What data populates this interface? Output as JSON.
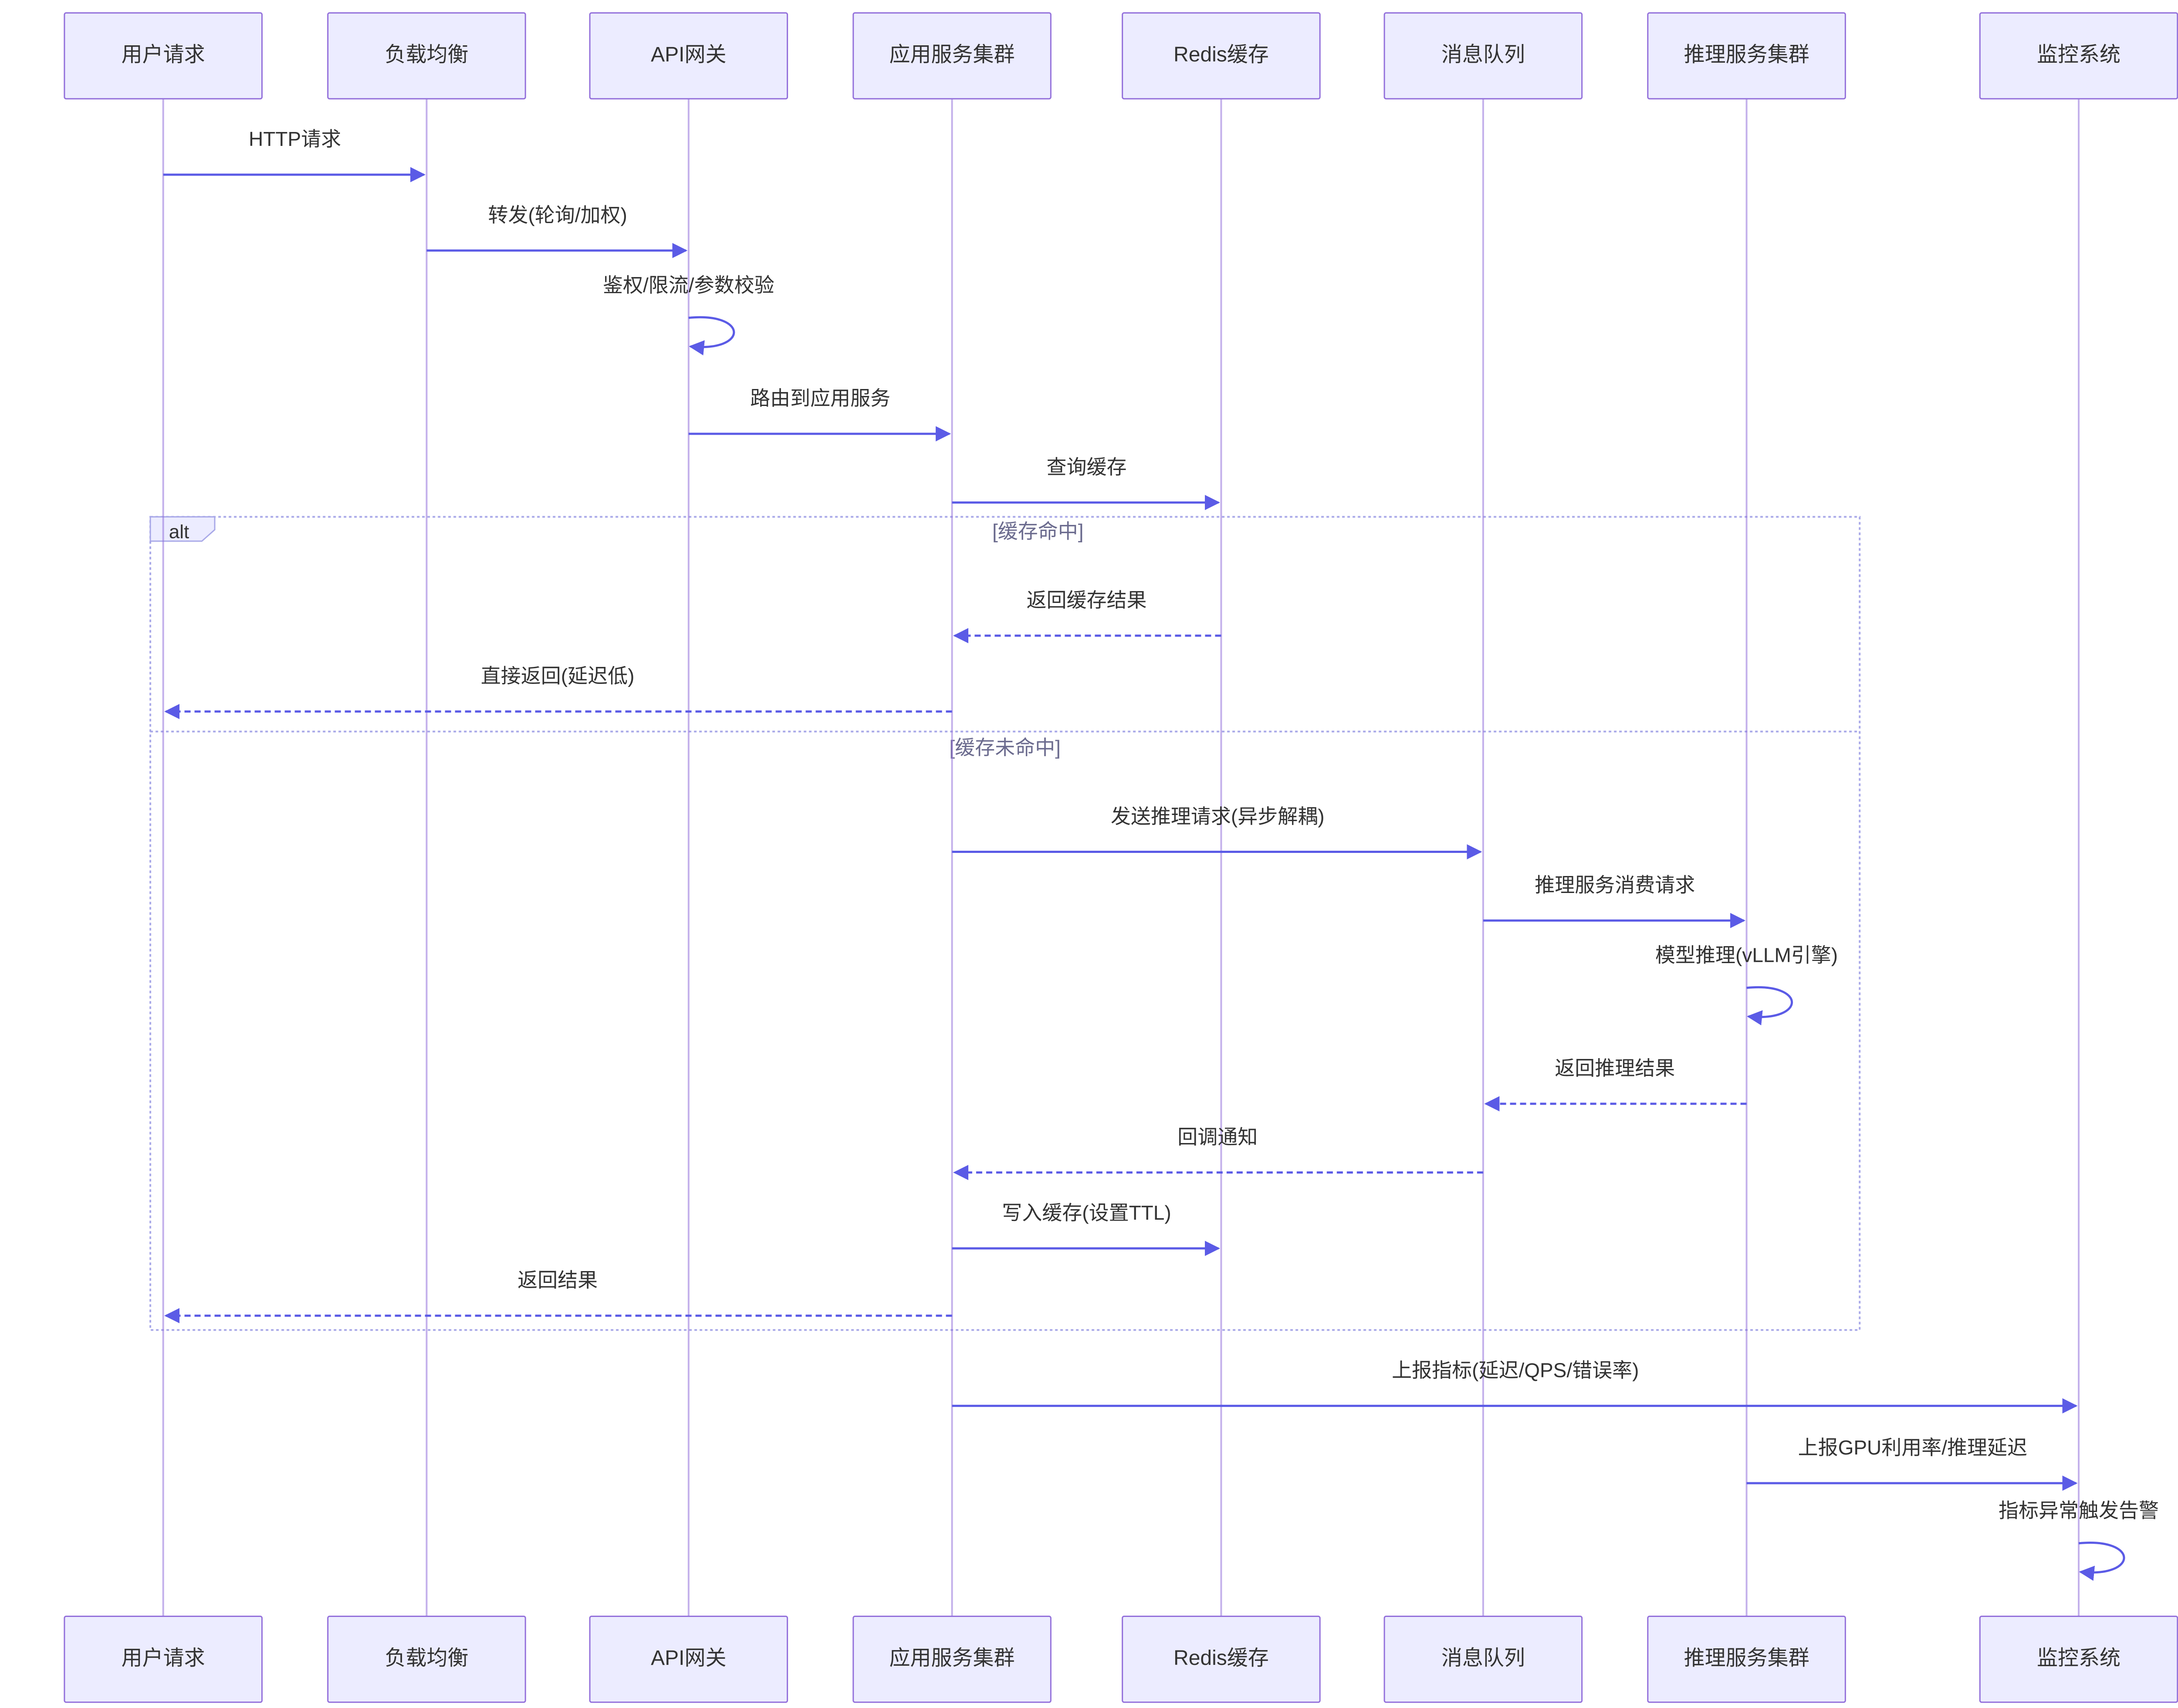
{
  "actors": [
    {
      "id": "user",
      "label": "用户请求"
    },
    {
      "id": "lb",
      "label": "负载均衡"
    },
    {
      "id": "gw",
      "label": "API网关"
    },
    {
      "id": "app",
      "label": "应用服务集群"
    },
    {
      "id": "redis",
      "label": "Redis缓存"
    },
    {
      "id": "mq",
      "label": "消息队列"
    },
    {
      "id": "infer",
      "label": "推理服务集群"
    },
    {
      "id": "mon",
      "label": "监控系统"
    }
  ],
  "messages": [
    {
      "from": "user",
      "to": "lb",
      "label": "HTTP请求",
      "style": "solid"
    },
    {
      "from": "lb",
      "to": "gw",
      "label": "转发(轮询/加权)",
      "style": "solid"
    },
    {
      "from": "gw",
      "to": "gw",
      "label": "鉴权/限流/参数校验",
      "style": "self"
    },
    {
      "from": "gw",
      "to": "app",
      "label": "路由到应用服务",
      "style": "solid"
    },
    {
      "from": "app",
      "to": "redis",
      "label": "查询缓存",
      "style": "solid"
    },
    {
      "from": "redis",
      "to": "app",
      "label": "返回缓存结果",
      "style": "dashed"
    },
    {
      "from": "app",
      "to": "user",
      "label": "直接返回(延迟低)",
      "style": "dashed"
    },
    {
      "from": "app",
      "to": "mq",
      "label": "发送推理请求(异步解耦)",
      "style": "solid"
    },
    {
      "from": "mq",
      "to": "infer",
      "label": "推理服务消费请求",
      "style": "solid"
    },
    {
      "from": "infer",
      "to": "infer",
      "label": "模型推理(vLLM引擎)",
      "style": "self"
    },
    {
      "from": "infer",
      "to": "mq",
      "label": "返回推理结果",
      "style": "dashed"
    },
    {
      "from": "mq",
      "to": "app",
      "label": "回调通知",
      "style": "dashed"
    },
    {
      "from": "app",
      "to": "redis",
      "label": "写入缓存(设置TTL)",
      "style": "solid"
    },
    {
      "from": "app",
      "to": "user",
      "label": "返回结果",
      "style": "dashed"
    },
    {
      "from": "app",
      "to": "mon",
      "label": "上报指标(延迟/QPS/错误率)",
      "style": "solid"
    },
    {
      "from": "infer",
      "to": "mon",
      "label": "上报GPU利用率/推理延迟",
      "style": "solid"
    },
    {
      "from": "mon",
      "to": "mon",
      "label": "指标异常触发告警",
      "style": "self"
    }
  ],
  "alt_block": {
    "keyword": "alt",
    "sections": [
      {
        "condition": "[缓存命中]"
      },
      {
        "condition": "[缓存未命中]"
      }
    ]
  },
  "colors": {
    "actor_fill": "#ECECFF",
    "actor_border": "#9370DB",
    "arrow": "#5B5BE6",
    "text": "#333333"
  }
}
